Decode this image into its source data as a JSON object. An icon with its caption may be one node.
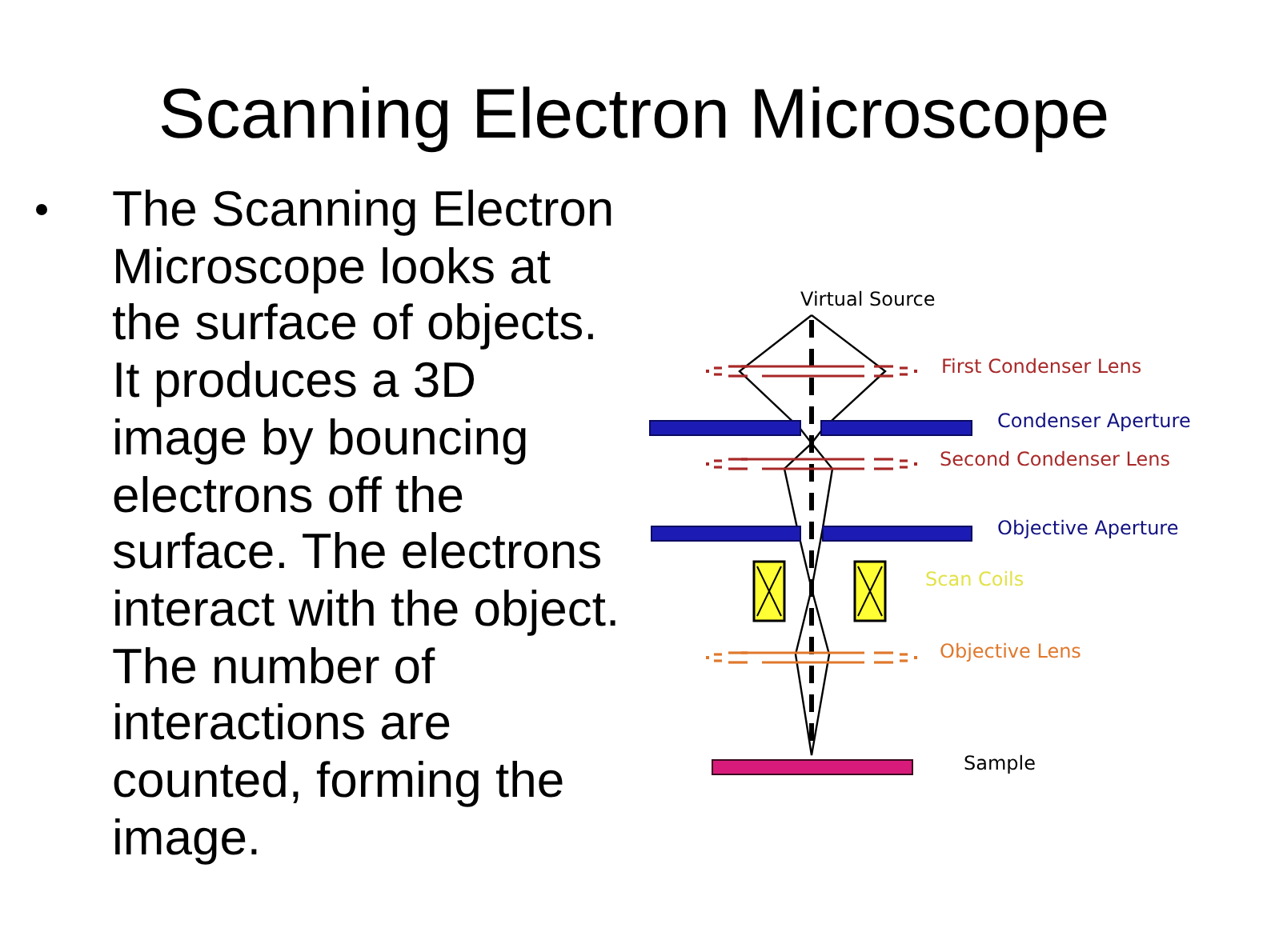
{
  "diagram": {
    "title": "Scanning Electron Microscope",
    "labels": [
      "The Scanning Electron Microscope looks at the surface of objects. It produces a 3D image by bouncing electrons off the surface. The electrons interact with the object. The number of interactions are counted, forming the image.",
      "Virtual Source",
      "First Condenser Lens",
      "Condenser Aperture",
      "Second Condenser Lens",
      "Objective Aperture",
      "Scan Coils",
      "Objective Lens",
      "Sample"
    ]
  }
}
